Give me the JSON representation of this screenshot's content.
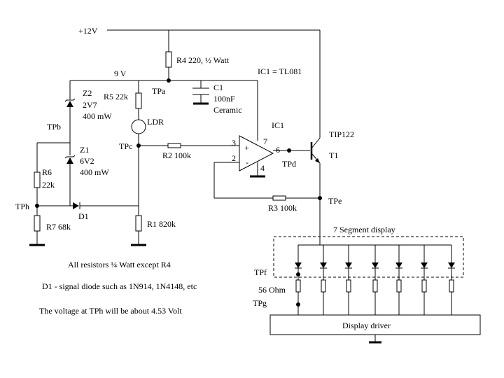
{
  "labels": {
    "supply": "+12V",
    "r4": "R4  220, ½ Watt",
    "nine_v": "9 V",
    "ic1_type": "IC1 = TL081",
    "z2_name": "Z2",
    "z2_v": "2V7",
    "z2_p": "400 mW",
    "r5": "R5 22k",
    "tpa": "TPa",
    "c1_name": "C1",
    "c1_val": "100nF",
    "c1_type": "Ceramic",
    "tpb": "TPb",
    "ldr": "LDR",
    "ic1": "IC1",
    "tip122": "TIP122",
    "z1_name": "Z1",
    "z1_v": "6V2",
    "z1_p": "400 mW",
    "tpc": "TPc",
    "pin3": "3",
    "pin7": "7",
    "pin6": "6",
    "pin2": "2",
    "pin4": "4",
    "plus": "+",
    "minus": "-",
    "r2": "R2  100k",
    "t1": "T1",
    "tpd": "TPd",
    "r6_name": "R6",
    "r6_val": "22k",
    "tph": "TPh",
    "d1": "D1",
    "r3": "R3  100k",
    "tpe": "TPe",
    "r7": "R7 68k",
    "r1": "R1 820k",
    "seven_seg": "7 Segment display",
    "note_resistors": "All resistors ¼ Watt except R4",
    "tpf": "TPf",
    "note_d1": "D1 - signal diode such as 1N914, 1N4148, etc",
    "ohm56": "56 Ohm",
    "tpg": "TPg",
    "note_voltage": "The voltage at TPh will be about 4.53 Volt",
    "display_driver": "Display driver"
  }
}
